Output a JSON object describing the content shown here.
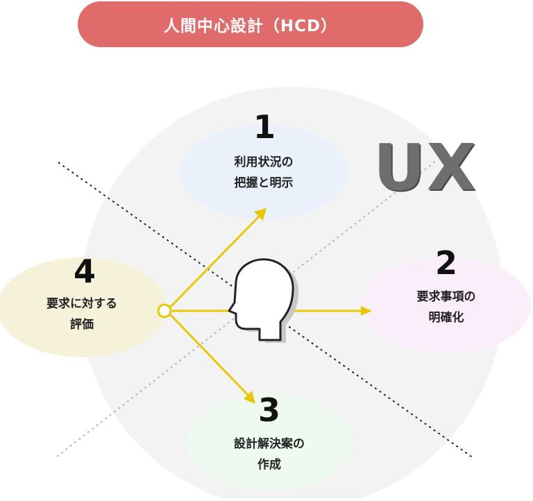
{
  "title": "人間中心設計（HCD）",
  "watermark": "UX",
  "steps": [
    {
      "number": "1",
      "line1": "利用状況の",
      "line2": "把握と明示",
      "color": "#eaf1fb"
    },
    {
      "number": "2",
      "line1": "要求事項の",
      "line2": "明確化",
      "color": "#fbeefb"
    },
    {
      "number": "3",
      "line1": "設計解決案の",
      "line2": "作成",
      "color": "#eefaf0"
    },
    {
      "number": "4",
      "line1": "要求に対する",
      "line2": "評価",
      "color": "#f6f2da"
    }
  ],
  "colors": {
    "title_bg": "#e06b6b",
    "arrow": "#e8c800",
    "head_icon": "#222222"
  }
}
